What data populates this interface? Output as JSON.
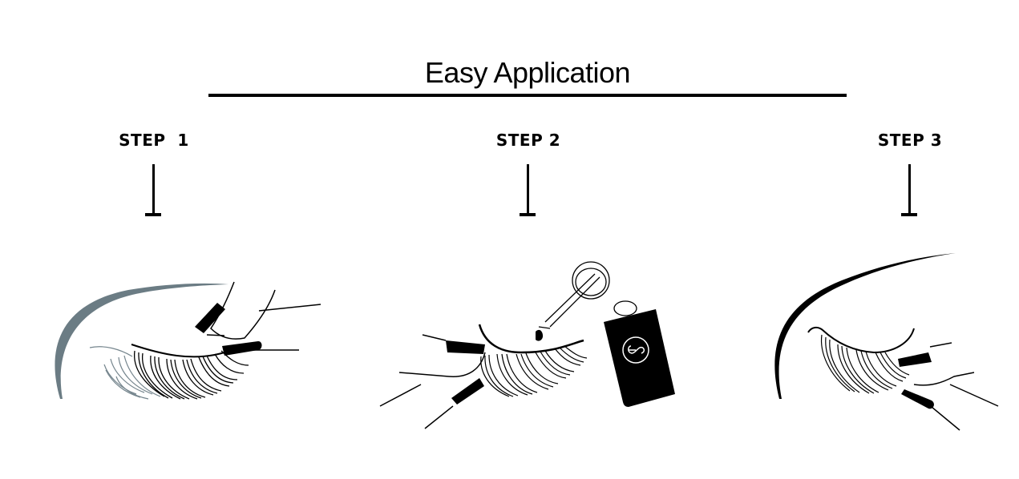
{
  "heading": {
    "title": "Easy Application"
  },
  "steps": [
    {
      "label": "STEP  1",
      "illustration": "lash-placement-with-tweezers"
    },
    {
      "label": "STEP 2",
      "illustration": "glue-application-bottle"
    },
    {
      "label": "STEP 3",
      "illustration": "press-lash-to-lashline"
    }
  ],
  "colors": {
    "ink": "#000000",
    "brow_step1": "#6b7c84",
    "lash_shadow": "#5d707a",
    "background": "#ffffff"
  },
  "icons": {
    "bottle_logo": "interlocked-ce-logo-icon"
  }
}
